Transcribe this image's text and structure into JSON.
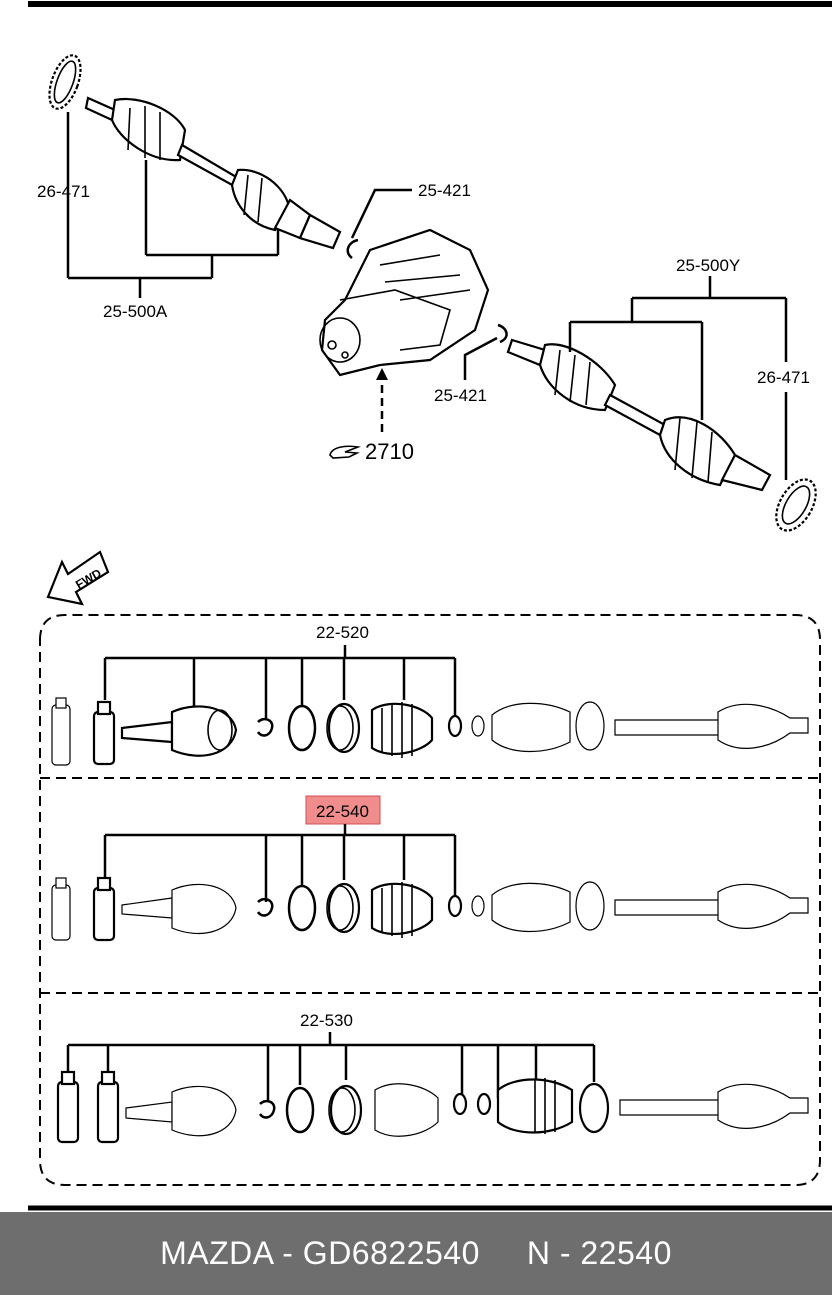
{
  "labels": {
    "abs_ring_left": "26-471",
    "clip_top": "25-421",
    "shaft_left": "25-500A",
    "shaft_right": "25-500Y",
    "abs_ring_right": "26-471",
    "clip_bottom": "25-421",
    "diff_ref": "2710",
    "fwd": "FWD",
    "kit_1": "22-520",
    "kit_2": "22-540",
    "kit_3": "22-530"
  },
  "highlight_color": "#f08c8c",
  "footer": {
    "text": "MAZDA - GD6822540     N - 22540"
  }
}
